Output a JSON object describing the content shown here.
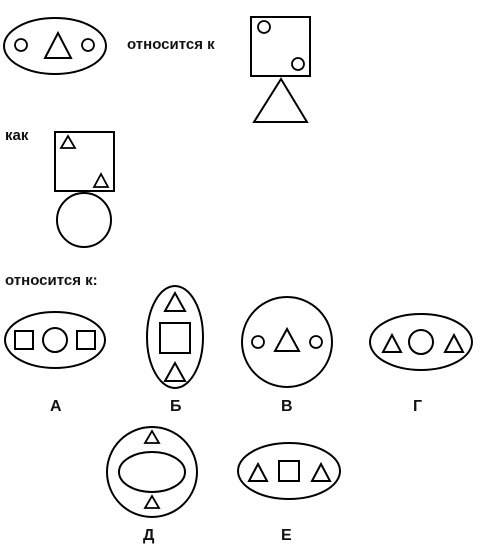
{
  "phrases": {
    "relates_to": "относится к",
    "as": "как",
    "relates_to_colon": "относится к:"
  },
  "options": [
    "А",
    "Б",
    "В",
    "Г",
    "Д",
    "Е"
  ]
}
